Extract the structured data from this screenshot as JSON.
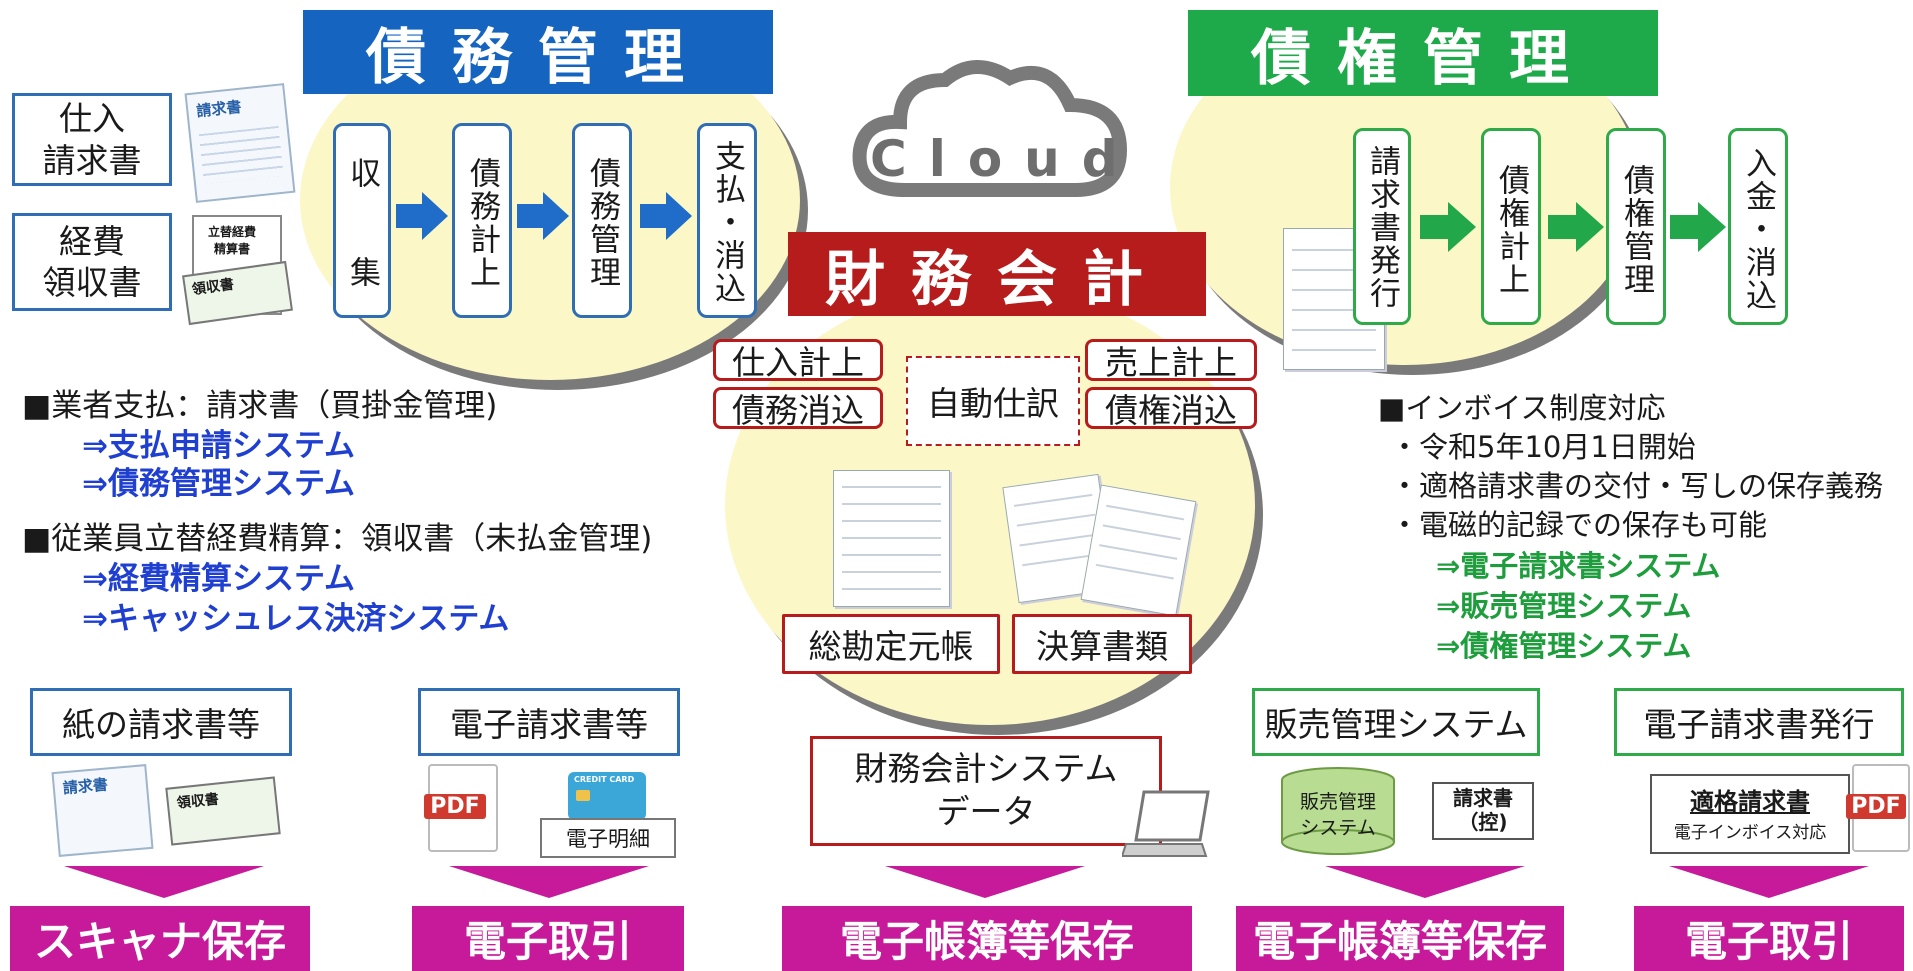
{
  "colors": {
    "debt_blue": "#1565c0",
    "credit_green": "#1ea94a",
    "finance_red": "#b71c1c",
    "banner_magenta": "#c61a9a",
    "circle_fill": "#fbf7c7"
  },
  "headers": {
    "debt": "債務管理",
    "credit": "債権管理",
    "finance": "財務会計",
    "cloud": "Cloud"
  },
  "inputs": {
    "purchase_invoice": "仕入\n請求書",
    "expense_receipt": "経費\n領収書",
    "invoice_icon_label": "請求書",
    "expense_sheet_label": "立替経費\n精算書",
    "receipt_icon_label": "領収書"
  },
  "debt_steps": [
    "収　　集",
    "債務計上",
    "債務管理",
    "支払・消込"
  ],
  "credit_steps": [
    "請求書発行",
    "債権計上",
    "債権管理",
    "入金・消込"
  ],
  "finance_boxes": {
    "purchase_entry": "仕入計上",
    "debt_clear": "債務消込",
    "auto_journal": "自動仕訳",
    "sales_entry": "売上計上",
    "credit_clear": "債権消込",
    "general_ledger": "総勘定元帳",
    "statements": "決算書類"
  },
  "left_notes": {
    "item1": "■業者支払：請求書（買掛金管理)",
    "item1_links": [
      "⇒支払申請システム",
      "⇒債務管理システム"
    ],
    "item2": "■従業員立替経費精算：領収書（未払金管理)",
    "item2_links": [
      "⇒経費精算システム",
      "⇒キャッシュレス決済システム"
    ]
  },
  "right_notes": {
    "title": "■インボイス制度対応",
    "bullets": [
      "・令和5年10月1日開始",
      "・適格請求書の交付・写しの保存義務",
      "・電磁的記録での保存も可能"
    ],
    "links": [
      "⇒電子請求書システム",
      "⇒販売管理システム",
      "⇒債権管理システム"
    ]
  },
  "bottom": [
    {
      "label": "紙の請求書等",
      "banner": "スキャナ保存",
      "border": "#2f6db5"
    },
    {
      "label": "電子請求書等",
      "banner": "電子取引",
      "border": "#2f6db5"
    },
    {
      "label": "財務会計システム\nデータ",
      "banner": "電子帳簿等保存",
      "border": "#b81b1b"
    },
    {
      "label": "販売管理システム",
      "banner": "電子帳簿等保存",
      "border": "#2faa48"
    },
    {
      "label": "電子請求書発行",
      "banner": "電子取引",
      "border": "#2faa48"
    }
  ],
  "bottom_icons": {
    "pdf": "PDF",
    "credit_card": "CREDIT CARD",
    "e_statement": "電子明細",
    "sales_db": "販売管理\nシステム",
    "invoice_copy": "請求書\n（控)",
    "qualified_invoice": "適格請求書",
    "e_invoice_support": "電子インボイス対応",
    "pdf2": "PDF",
    "scan_invoice": "請求書",
    "scan_receipt": "領収書"
  }
}
